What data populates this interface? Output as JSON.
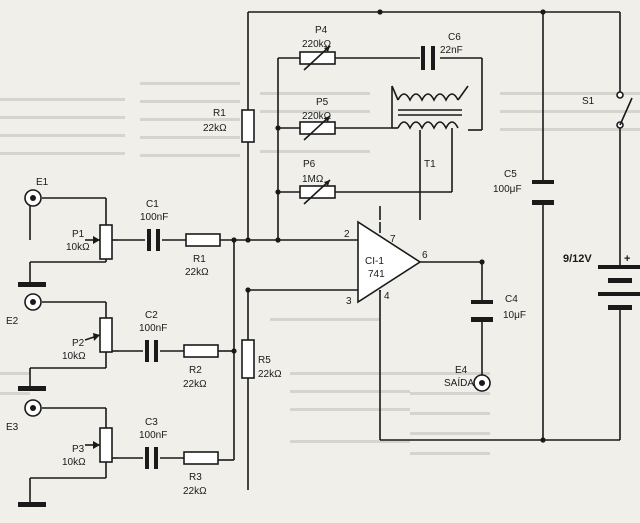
{
  "jacks": {
    "e1": "E1",
    "e2": "E2",
    "e3": "E3",
    "e4": "E4",
    "e4_sub": "SAÍDA"
  },
  "pots": {
    "p1": {
      "name": "P1",
      "value": "10kΩ"
    },
    "p2": {
      "name": "P2",
      "value": "10kΩ"
    },
    "p3": {
      "name": "P3",
      "value": "10kΩ"
    },
    "p4": {
      "name": "P4",
      "value": "220kΩ"
    },
    "p5": {
      "name": "P5",
      "value": "220kΩ"
    },
    "p6": {
      "name": "P6",
      "value": "1MΩ"
    }
  },
  "caps": {
    "c1": {
      "name": "C1",
      "value": "100nF"
    },
    "c2": {
      "name": "C2",
      "value": "100nF"
    },
    "c3": {
      "name": "C3",
      "value": "100nF"
    },
    "c4": {
      "name": "C4",
      "value": "10μF"
    },
    "c5": {
      "name": "C5",
      "value": "100μF"
    },
    "c6": {
      "name": "C6",
      "value": "22nF"
    }
  },
  "resistors": {
    "r1a": {
      "name": "R1",
      "value": "22kΩ"
    },
    "r1": {
      "name": "R1",
      "value": "22kΩ"
    },
    "r2": {
      "name": "R2",
      "value": "22kΩ"
    },
    "r3": {
      "name": "R3",
      "value": "22kΩ"
    },
    "r5": {
      "name": "R5",
      "value": "22kΩ"
    }
  },
  "ic": {
    "name": "CI-1",
    "part": "741",
    "pin2": "2",
    "pin3": "3",
    "pin4": "4",
    "pin6": "6",
    "pin7": "7"
  },
  "transformer": {
    "name": "T1"
  },
  "switch": {
    "name": "S1"
  },
  "battery": {
    "voltage": "9/12V",
    "plus": "+"
  }
}
